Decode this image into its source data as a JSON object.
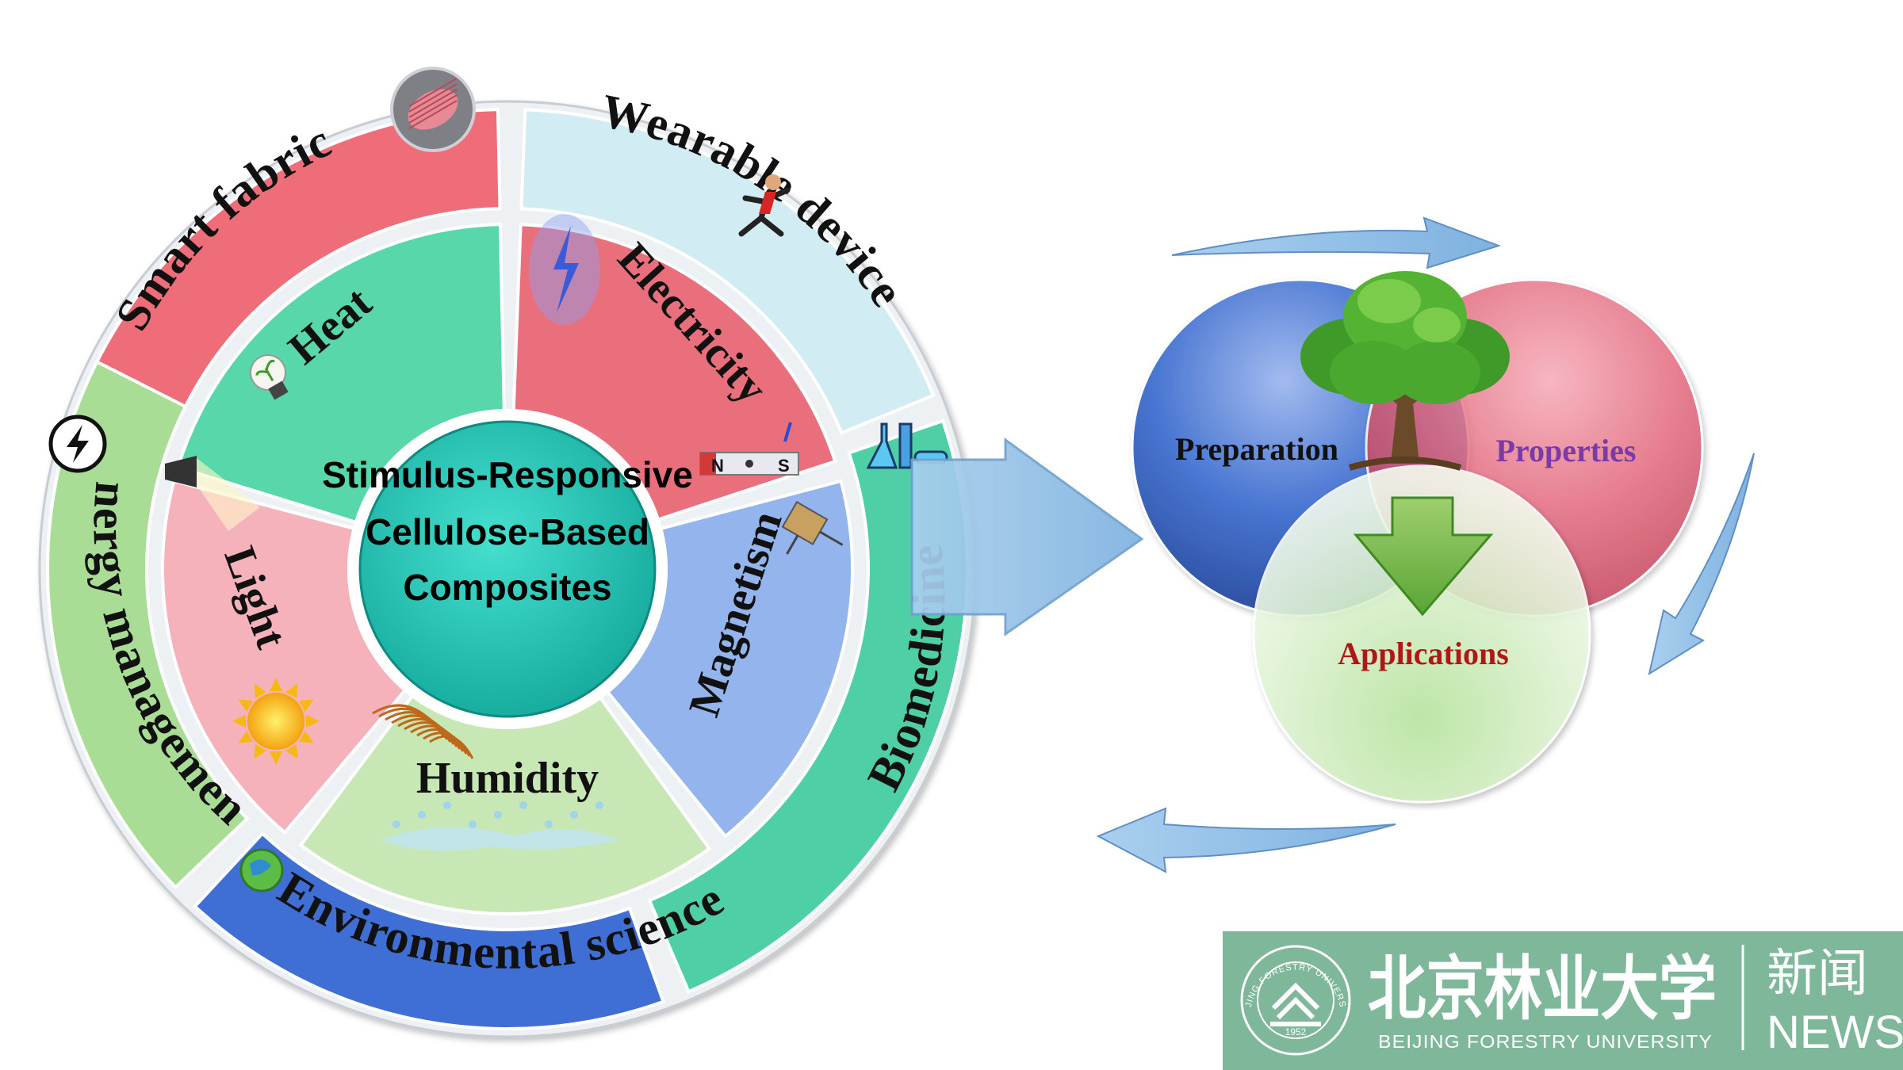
{
  "wheel": {
    "center": [
      "Stimulus-Responsive",
      "Cellulose-Based",
      "Composites"
    ],
    "outer": [
      {
        "label": "Smart fabric",
        "color": "#ee6d79",
        "icon": "muscle-fiber-icon"
      },
      {
        "label": "Wearable",
        "color": "#d2ecf3",
        "icon": "runner-icon"
      },
      {
        "label": "device",
        "color": "#d2ecf3"
      },
      {
        "label": "Biomedicine",
        "color": "#4fcfa6",
        "icon": "lab-flask-icon"
      },
      {
        "label": "Environmental science",
        "color": "#3f6fd4",
        "icon": "globe-recycle-icon"
      },
      {
        "label": "Energy management",
        "color": "#a9dd96",
        "icon": "lightning-icon"
      }
    ],
    "stimuli": [
      {
        "label": "Heat",
        "color": "#58d8aa",
        "icon": "lightbulb-plant-icon"
      },
      {
        "label": "Electricity",
        "color": "#ea6f7c",
        "icon": "lightning-bolt-icon"
      },
      {
        "label": "Magnetism",
        "color": "#93b4ec",
        "icon": "magnet-icon"
      },
      {
        "label": "Humidity",
        "color": "#c7e8b5",
        "icon": "water-splash-icon"
      },
      {
        "label": "Light",
        "color": "#f6b2bb",
        "icon": "spotlight-sun-icon"
      }
    ],
    "magnet_poles": {
      "n": "N",
      "s": "S"
    }
  },
  "cycle": {
    "preparation": {
      "label": "Preparation",
      "color": "#2f5fc0",
      "text_color": "#111111"
    },
    "properties": {
      "label": "Properties",
      "color": "#e05a70",
      "text_color": "#7a3aa8"
    },
    "applications": {
      "label": "Applications",
      "color": "#9fd68a",
      "text_color": "#b01818"
    },
    "icon": "tree-icon"
  },
  "logo": {
    "university_cn": "北京林业大学",
    "university_en": "BEIJING FORESTRY UNIVERSITY",
    "news_cn": "新闻",
    "news_en": "NEWS",
    "seal_year": "1952",
    "seal_text": "BEIJING FORESTRY UNIVERSITY",
    "color": "#7fb79b"
  }
}
